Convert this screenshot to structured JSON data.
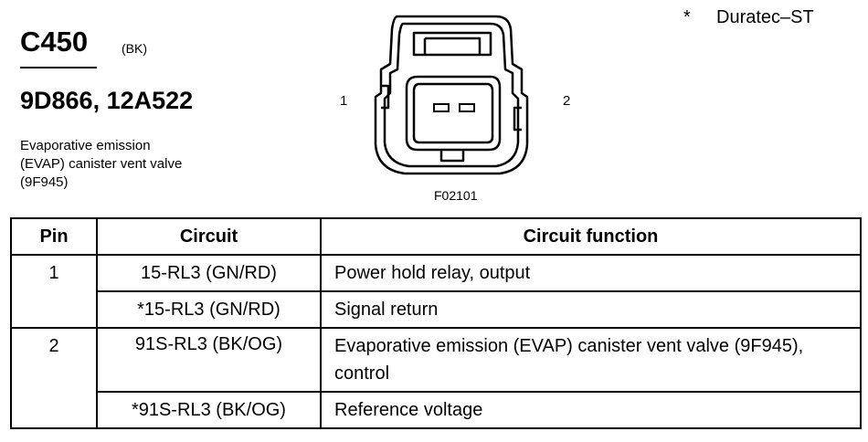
{
  "header": {
    "connector_id": "C450",
    "connector_color": "(BK)",
    "part_numbers": "9D866, 12A522",
    "description_lines": [
      "Evaporative emission",
      "(EVAP) canister vent valve",
      "(9F945)"
    ]
  },
  "note": {
    "marker": "*",
    "text": "Duratec–ST"
  },
  "connector_view": {
    "pin_left_label": "1",
    "pin_right_label": "2",
    "figure_id": "F02101"
  },
  "table": {
    "headers": [
      "Pin",
      "Circuit",
      "Circuit function"
    ],
    "rows": [
      {
        "pin": "1",
        "circuit": "15-RL3 (GN/RD)",
        "function": "Power hold relay, output"
      },
      {
        "pin": "",
        "circuit": "*15-RL3 (GN/RD)",
        "function": "Signal return"
      },
      {
        "pin": "2",
        "circuit": "91S-RL3 (BK/OG)",
        "function": "Evaporative emission (EVAP) canister vent valve (9F945), control"
      },
      {
        "pin": "",
        "circuit": "*91S-RL3 (BK/OG)",
        "function": "Reference voltage"
      }
    ]
  }
}
